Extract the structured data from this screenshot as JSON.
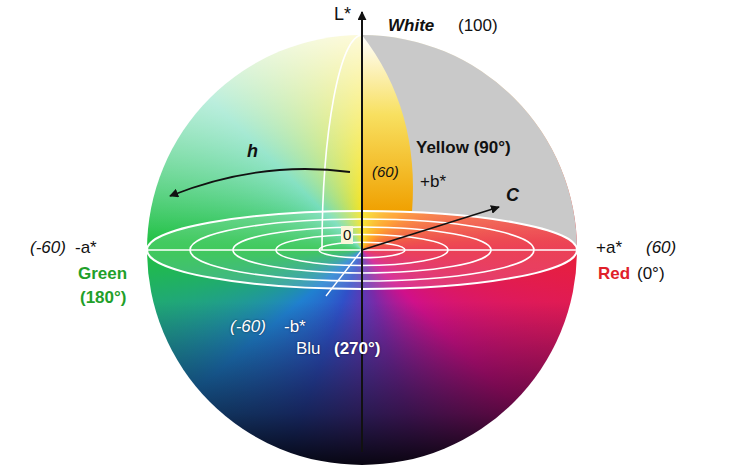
{
  "diagram": {
    "labels": [
      "L*",
      "White",
      "(100)",
      "Yellow (90°)",
      "h",
      "(60)",
      "+b*",
      "C",
      "(-60)",
      "-a*",
      "0",
      "+a*",
      "(60)",
      "Green",
      "Red",
      "(0°)",
      "(180°)",
      "(-60)",
      "-b*",
      "Blu",
      "(270°)"
    ]
  }
}
